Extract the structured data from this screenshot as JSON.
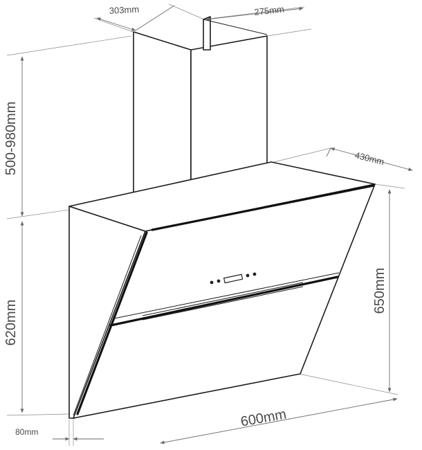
{
  "dimensions": {
    "chimney_width": "303mm",
    "chimney_depth": "275mm",
    "chimney_height": "500-980mm",
    "top_depth": "430mm",
    "body_height_back": "620mm",
    "body_height_front": "650mm",
    "width": "600mm",
    "bottom_depth": "80mm"
  },
  "colors": {
    "line": "#1c1c1c",
    "dimension": "#6a6a6a",
    "text": "#4a4a4a"
  }
}
